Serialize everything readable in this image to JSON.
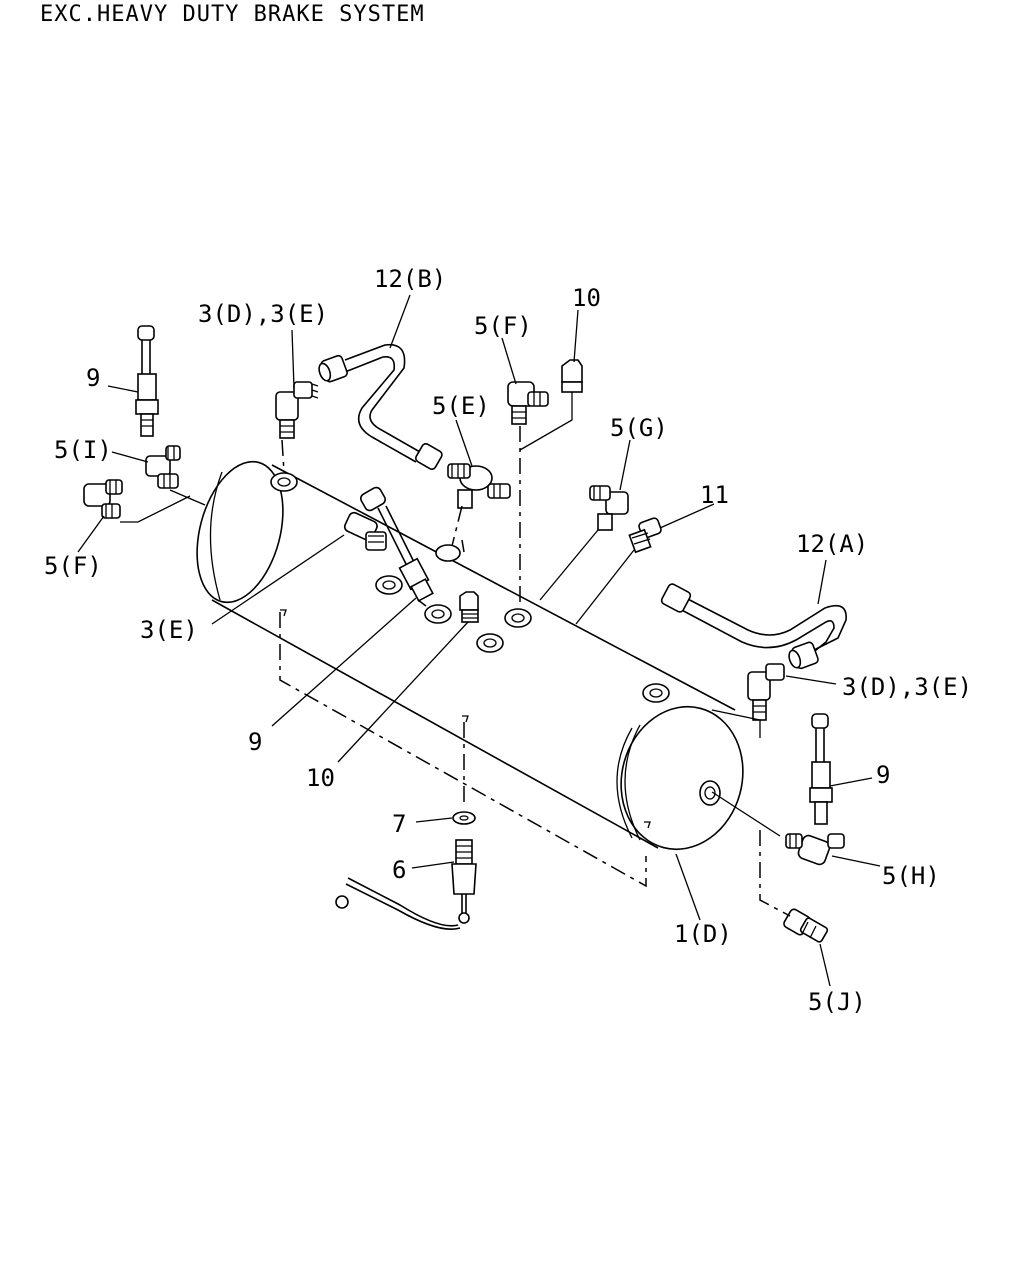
{
  "title": "EXC.HEAVY DUTY BRAKE SYSTEM",
  "callouts": {
    "c12b": "12(B)",
    "c3de_top": "3(D),3(E)",
    "c5f_top": "5(F)",
    "c10_top": "10",
    "c9_left": "9",
    "c5e": "5(E)",
    "c5g": "5(G)",
    "c5i": "5(I)",
    "c11": "11",
    "c12a": "12(A)",
    "c5f_left": "5(F)",
    "c3e": "3(E)",
    "c3de_right": "3(D),3(E)",
    "c9_mid": "9",
    "c9_right": "9",
    "c10_mid": "10",
    "c7": "7",
    "c6": "6",
    "c5h": "5(H)",
    "c1d": "1(D)",
    "c5j": "5(J)"
  }
}
